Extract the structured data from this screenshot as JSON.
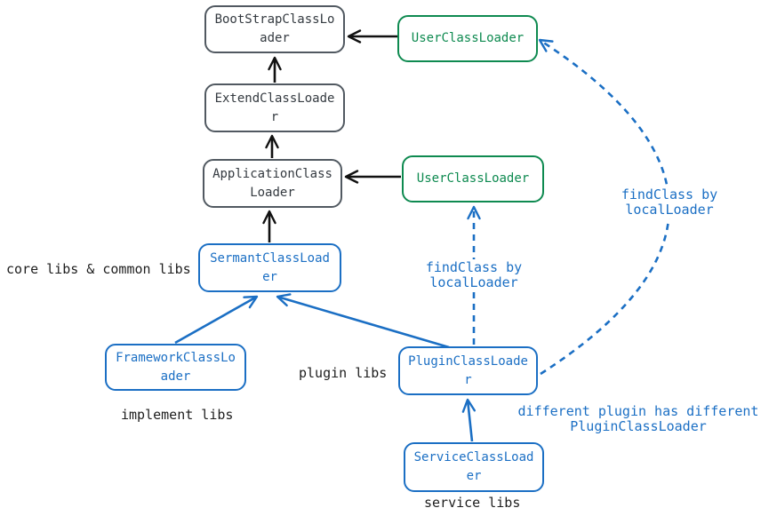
{
  "title": "Sermant class loader hierarchy diagram",
  "colors": {
    "jdk_loader": "#515961",
    "user_loader": "#0e8a50",
    "sermant_loader": "#1b6fc4",
    "black_arrow": "#111111",
    "label_text": "#1d1d1d",
    "background": "#ffffff"
  },
  "nodes": {
    "bootstrap": {
      "label": "BootStrapClassLoader",
      "type": "jdk"
    },
    "user_top": {
      "label": "UserClassLoader",
      "type": "user"
    },
    "extend": {
      "label": "ExtendClassLoader",
      "type": "jdk"
    },
    "application": {
      "label": "ApplicationClassLoader",
      "type": "jdk"
    },
    "user_mid": {
      "label": "UserClassLoader",
      "type": "user"
    },
    "sermant": {
      "label": "SermantClassLoader",
      "type": "sermant"
    },
    "framework": {
      "label": "FrameworkClassLoader",
      "type": "sermant"
    },
    "plugin": {
      "label": "PluginClassLoader",
      "type": "sermant"
    },
    "service": {
      "label": "ServiceClassLoader",
      "type": "sermant"
    }
  },
  "labels": {
    "core_libs": "core libs & common libs",
    "implement_libs": "implement libs",
    "plugin_libs": "plugin libs",
    "service_libs": "service libs"
  },
  "annotations": {
    "findclass_mid": {
      "line1": "findClass by",
      "line2": "localLoader"
    },
    "findclass_right": {
      "line1": "findClass by",
      "line2": "localLoader"
    },
    "different_plugin": {
      "line1": "different plugin has different",
      "line2": "PluginClassLoader"
    }
  },
  "edges": [
    {
      "from": "ExtendClassLoader",
      "to": "BootStrapClassLoader",
      "style": "solid",
      "color": "black"
    },
    {
      "from": "ApplicationClassLoader",
      "to": "ExtendClassLoader",
      "style": "solid",
      "color": "black"
    },
    {
      "from": "SermantClassLoader",
      "to": "ApplicationClassLoader",
      "style": "solid",
      "color": "black"
    },
    {
      "from": "UserClassLoader(top)",
      "to": "BootStrapClassLoader",
      "style": "solid",
      "color": "black"
    },
    {
      "from": "UserClassLoader(mid)",
      "to": "ApplicationClassLoader",
      "style": "solid",
      "color": "black"
    },
    {
      "from": "FrameworkClassLoader",
      "to": "SermantClassLoader",
      "style": "solid",
      "color": "blue"
    },
    {
      "from": "PluginClassLoader",
      "to": "SermantClassLoader",
      "style": "solid",
      "color": "blue"
    },
    {
      "from": "ServiceClassLoader",
      "to": "PluginClassLoader",
      "style": "solid",
      "color": "blue"
    },
    {
      "from": "PluginClassLoader",
      "to": "UserClassLoader(mid)",
      "style": "dashed",
      "color": "blue"
    },
    {
      "from": "PluginClassLoader",
      "to": "UserClassLoader(top)",
      "style": "dashed",
      "color": "blue"
    }
  ]
}
